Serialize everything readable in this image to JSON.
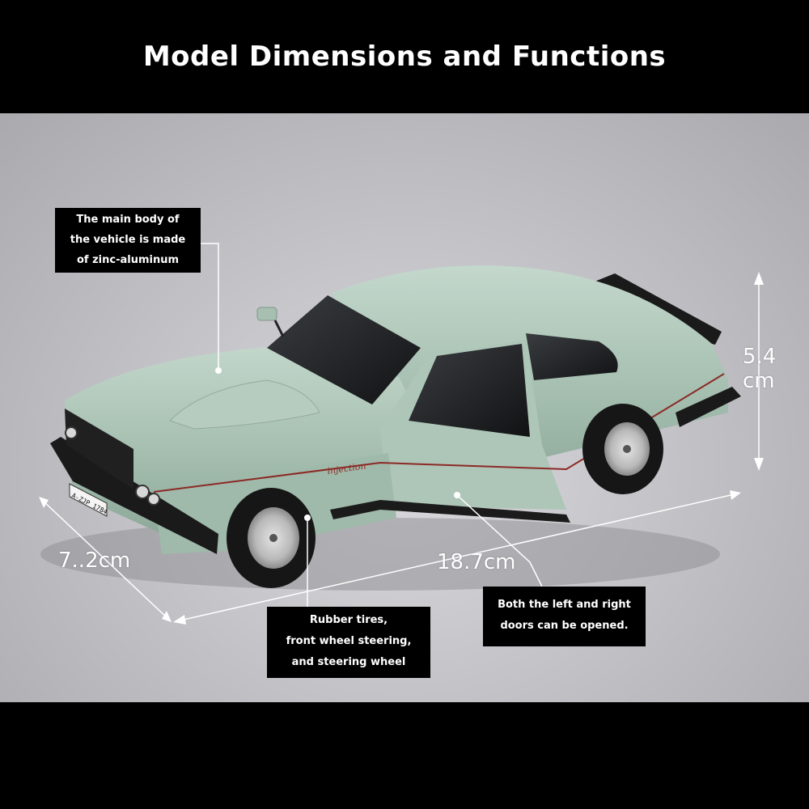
{
  "title": "Model Dimensions and Functions",
  "callouts": {
    "body_material": [
      "The main body of",
      "the vehicle is made",
      "of zinc-aluminum"
    ],
    "tires": [
      "Rubber tires,",
      "front wheel steering,",
      "and steering wheel"
    ],
    "doors": [
      "Both the left and right",
      "doors can be opened."
    ]
  },
  "dimensions": {
    "height_value": "5.4",
    "height_unit": "cm",
    "width": "7..2cm",
    "length": "18.7cm"
  },
  "car": {
    "badge_text": "injection",
    "plate_text": "A-ZJP 1784",
    "body_color": "#a9c2b4",
    "stripe_color": "#8b2a25"
  },
  "colors": {
    "band": "#000000",
    "background": "#c6c6cb",
    "callout_bg": "#000000",
    "callout_text": "#ffffff"
  }
}
